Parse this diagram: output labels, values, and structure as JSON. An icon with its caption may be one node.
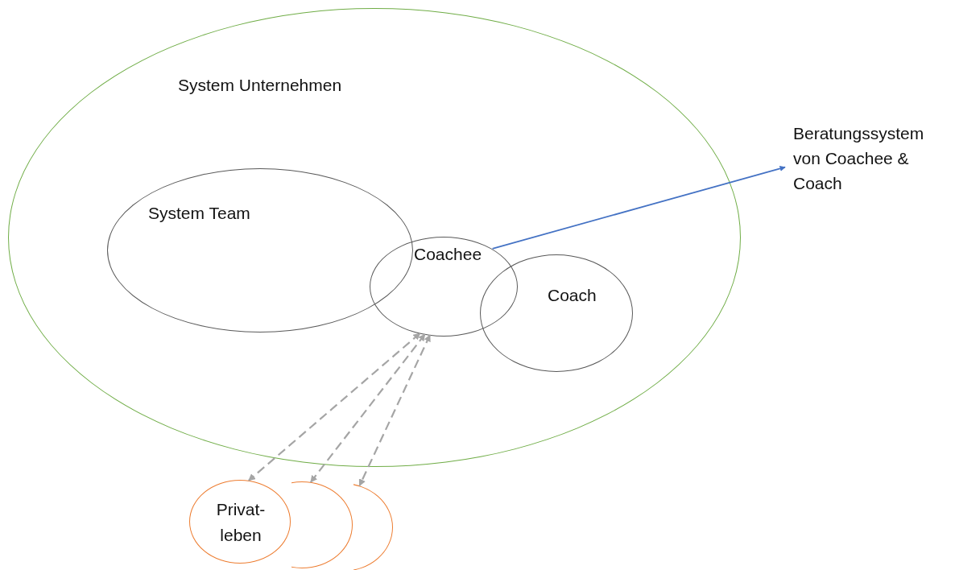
{
  "diagram": {
    "nodes": [
      {
        "text": [
          "System Unternehmen"
        ]
      },
      {
        "text": [
          "System Team"
        ],
        "in": 0
      },
      {
        "text": [
          "Coachee"
        ],
        "in": 0
      },
      {
        "text": [
          "Coach"
        ],
        "in": 0
      },
      {
        "text": [
          "Beratungssystem von Coachee & Coach"
        ]
      },
      {
        "text": [
          "Privat- leben"
        ]
      },
      {
        "text": [],
        "shape": "circle"
      },
      {
        "text": [],
        "shape": "circle"
      }
    ],
    "edges": [
      {
        "from": 2,
        "to": 4,
        "arrow": "to",
        "color": "#4472c4"
      },
      {
        "from": 2,
        "to": 5,
        "arrow": "both",
        "style": "dashed"
      },
      {
        "from": 2,
        "to": 6,
        "arrow": "both",
        "style": "dashed"
      },
      {
        "from": 2,
        "to": 7,
        "arrow": "both",
        "style": "dashed"
      }
    ]
  }
}
